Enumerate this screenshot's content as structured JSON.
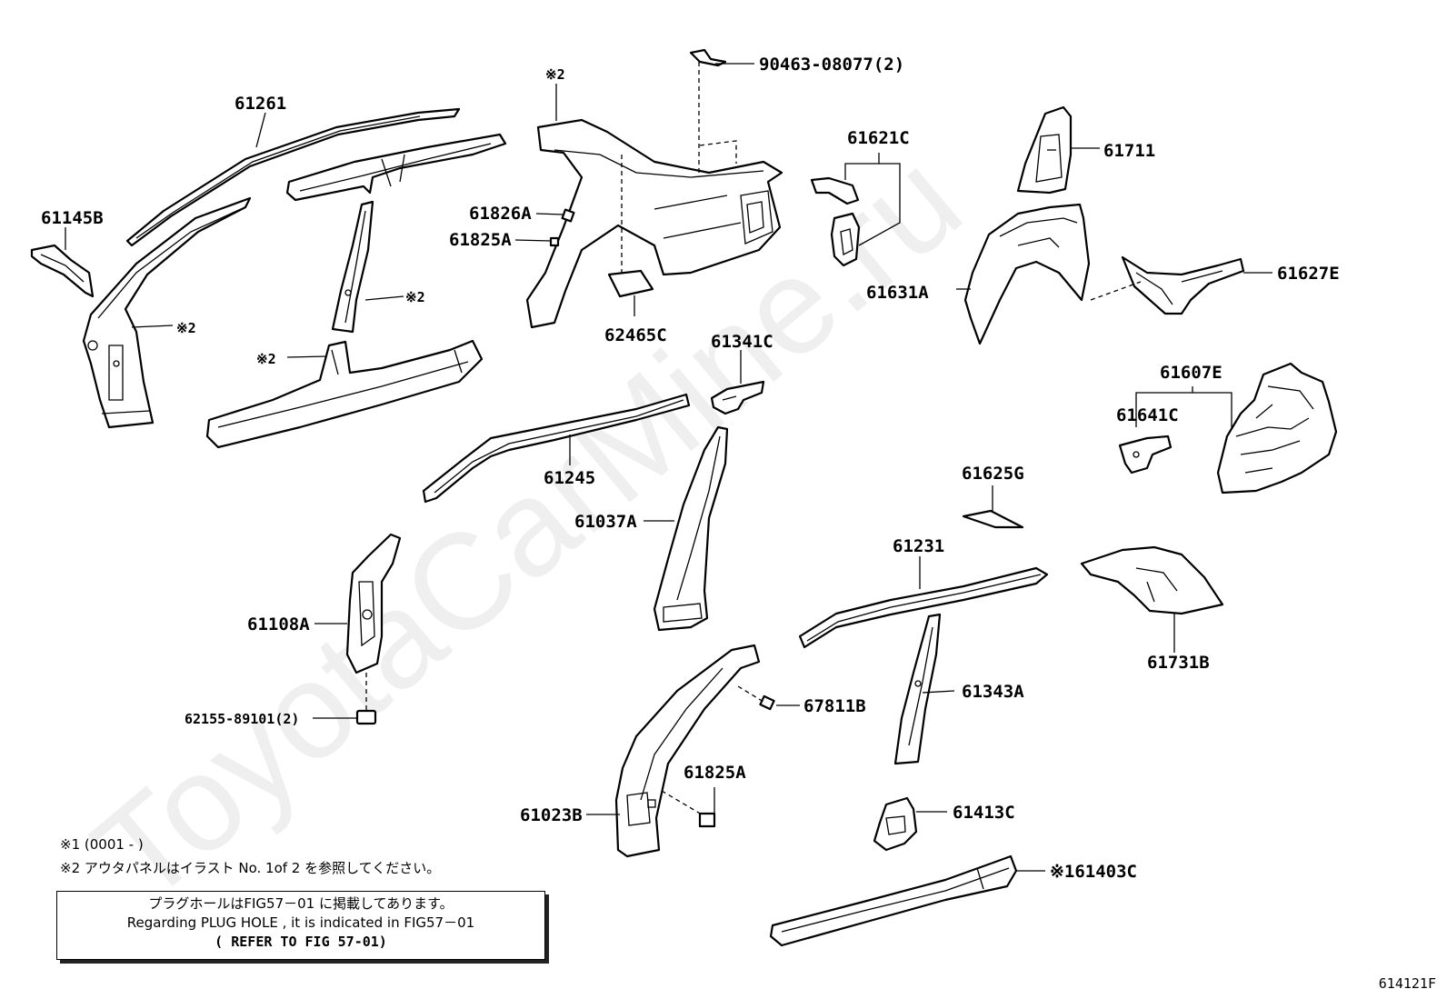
{
  "watermark": "ToyotaCarMine.ru",
  "parts": [
    {
      "id": "p61261",
      "label": "61261"
    },
    {
      "id": "p61145B",
      "label": "61145B"
    },
    {
      "id": "p2a",
      "label": "※2"
    },
    {
      "id": "p2b",
      "label": "※2"
    },
    {
      "id": "p2c",
      "label": "※2"
    },
    {
      "id": "p2d",
      "label": "※2"
    },
    {
      "id": "p90463",
      "label": "90463-08077(2)"
    },
    {
      "id": "p61826A",
      "label": "61826A"
    },
    {
      "id": "p61825A_1",
      "label": "61825A"
    },
    {
      "id": "p62465C",
      "label": "62465C"
    },
    {
      "id": "p61621C",
      "label": "61621C"
    },
    {
      "id": "p61711",
      "label": "61711"
    },
    {
      "id": "p61631A",
      "label": "61631A"
    },
    {
      "id": "p61627E",
      "label": "61627E"
    },
    {
      "id": "p61341C",
      "label": "61341C"
    },
    {
      "id": "p61245",
      "label": "61245"
    },
    {
      "id": "p61607E",
      "label": "61607E"
    },
    {
      "id": "p61641C",
      "label": "61641C"
    },
    {
      "id": "p61625G",
      "label": "61625G"
    },
    {
      "id": "p61037A",
      "label": "61037A"
    },
    {
      "id": "p61231",
      "label": "61231"
    },
    {
      "id": "p61108A",
      "label": "61108A"
    },
    {
      "id": "p61731B",
      "label": "61731B"
    },
    {
      "id": "p62155",
      "label": "62155-89101(2)"
    },
    {
      "id": "p67811B",
      "label": "67811B"
    },
    {
      "id": "p61343A",
      "label": "61343A"
    },
    {
      "id": "p61825A_2",
      "label": "61825A"
    },
    {
      "id": "p61023B",
      "label": "61023B"
    },
    {
      "id": "p61413C",
      "label": "61413C"
    },
    {
      "id": "p61403C",
      "label": "※161403C"
    }
  ],
  "notes": {
    "note1": "※1 (0001 -      )",
    "note2": "※2 アウタパネルはイラスト No. 1of 2 を参照してください。"
  },
  "notebox": {
    "line1": "プラグホールはFIG57－01 に掲載してあります。",
    "line2": "Regarding  PLUG HOLE  , it is  indicated  in  FIG57－01",
    "line3": "( REFER TO FIG 57-01)"
  },
  "figure_id": "614121F"
}
